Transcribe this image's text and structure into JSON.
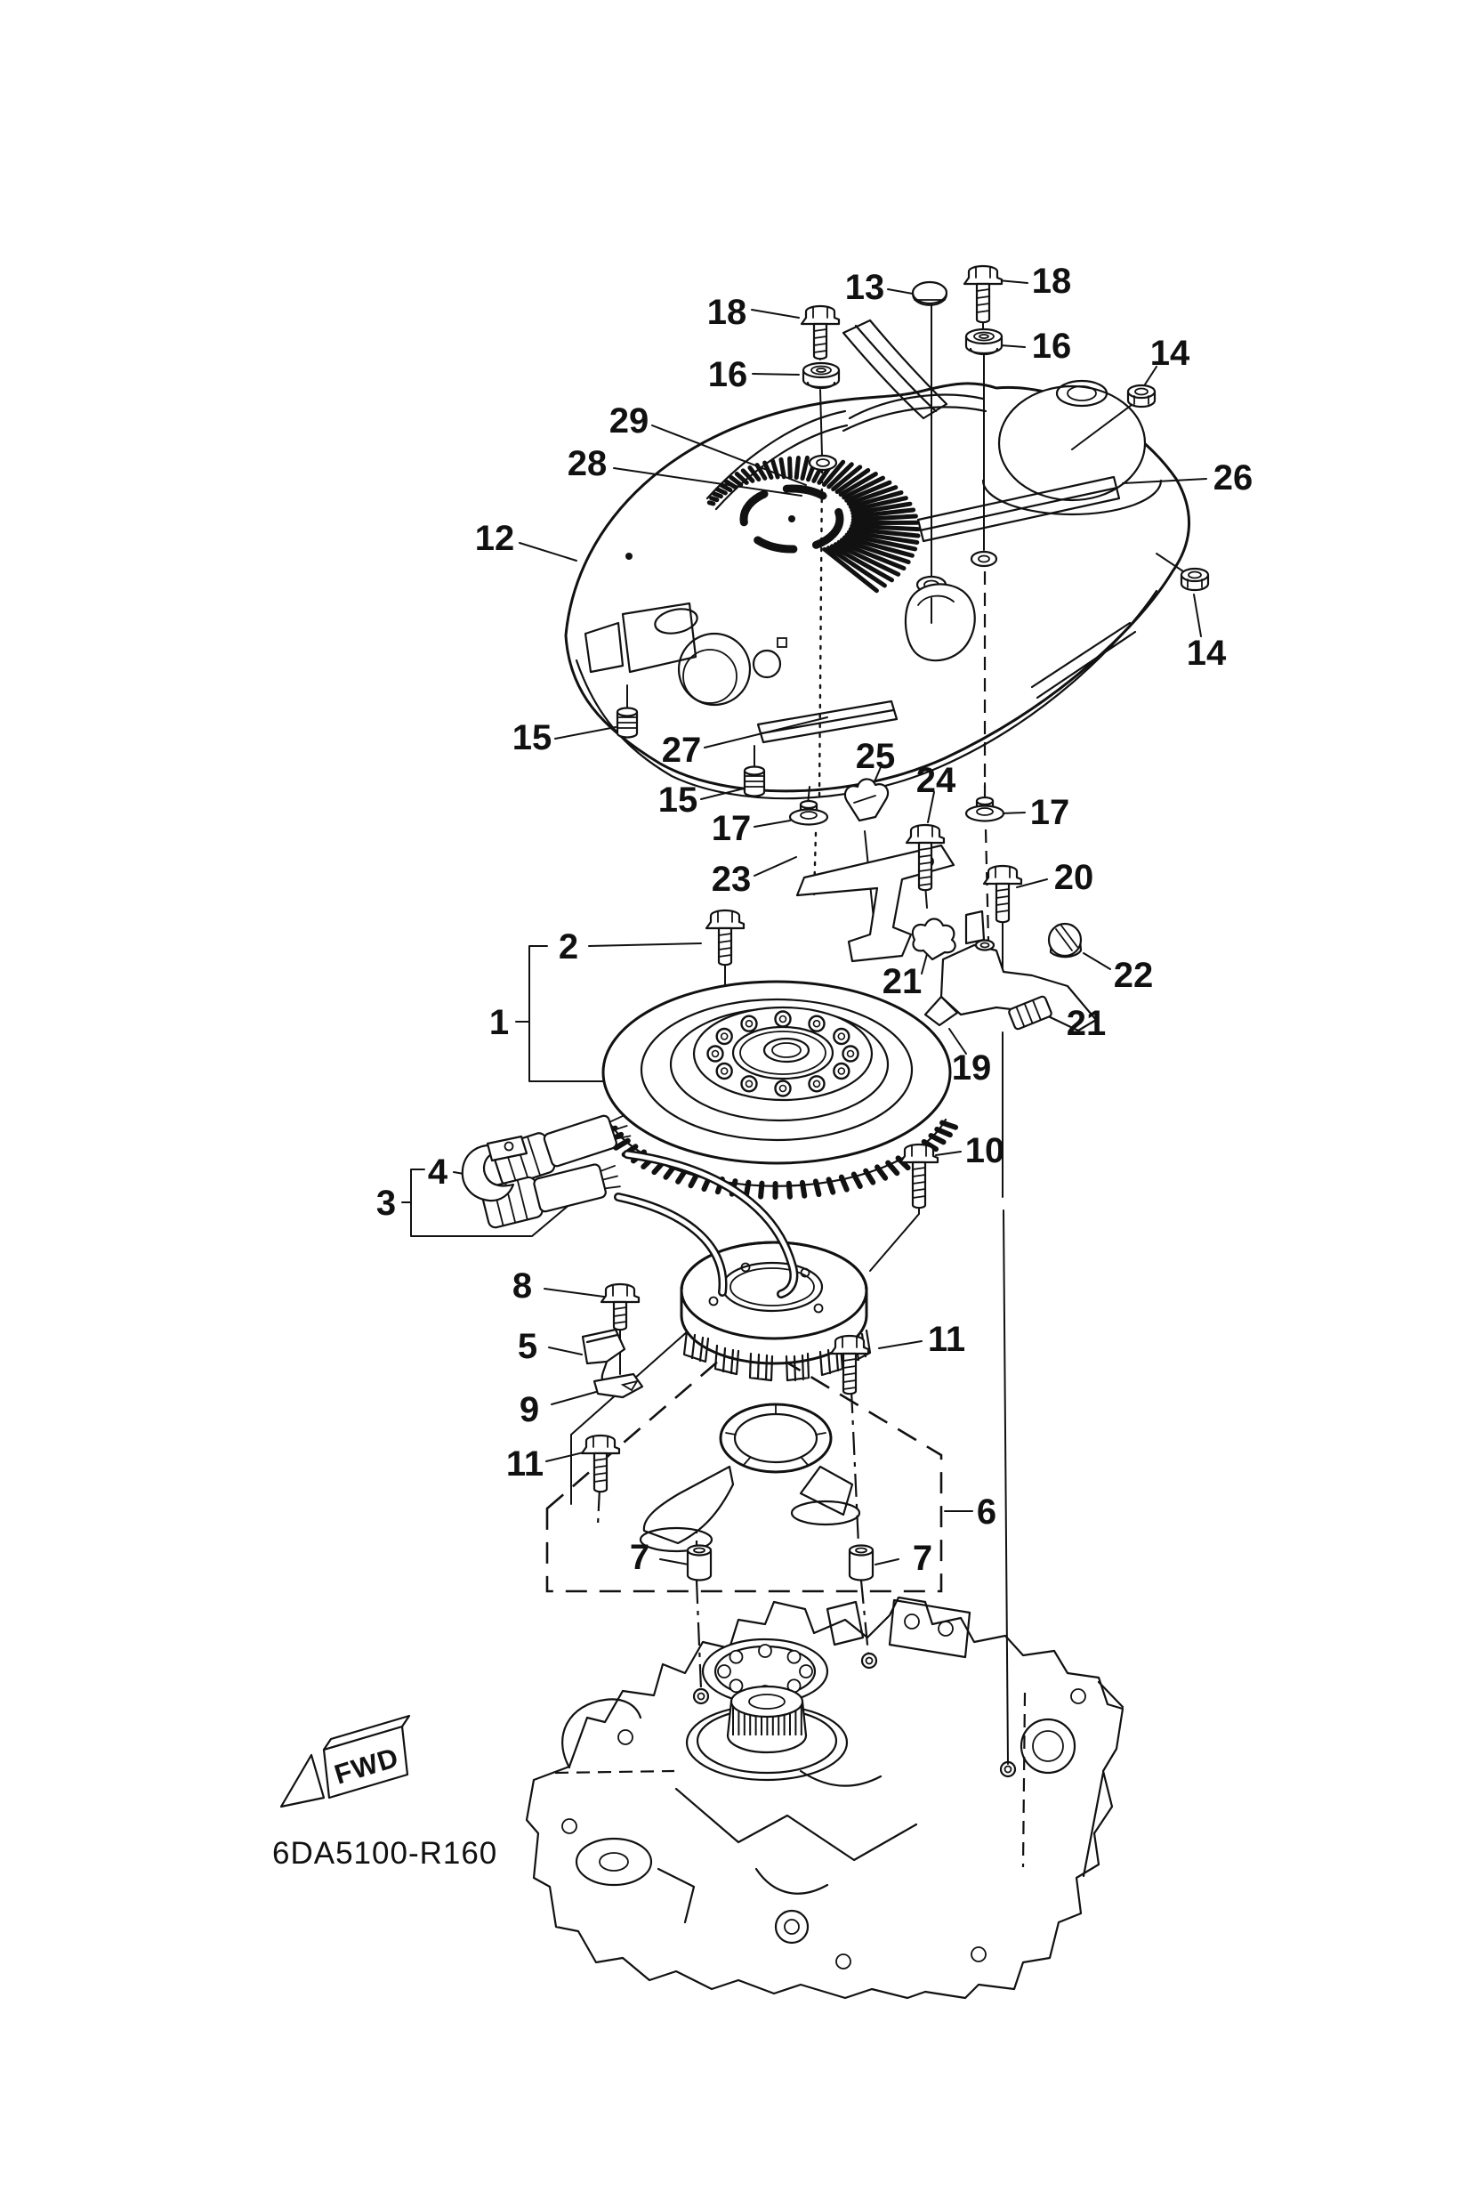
{
  "style": {
    "line_color": "#111111",
    "bg_color": "#ffffff"
  },
  "footer": {
    "code": "6DA5100-R160",
    "fwd_label": "FWD"
  },
  "callouts": [
    {
      "part": "bolt-cover-top-left",
      "text": "18"
    },
    {
      "part": "blind-cap",
      "text": "13"
    },
    {
      "part": "bolt-cover-top-right",
      "text": "18"
    },
    {
      "part": "grommet-top-left",
      "text": "16"
    },
    {
      "part": "grommet-top-right",
      "text": "16"
    },
    {
      "part": "nut-upper",
      "text": "14"
    },
    {
      "part": "cover-fastener-29",
      "text": "29"
    },
    {
      "part": "cover-fastener-28",
      "text": "28"
    },
    {
      "part": "seal-strip-rear",
      "text": "26"
    },
    {
      "part": "flywheel-cover",
      "text": "12"
    },
    {
      "part": "nut-lower",
      "text": "14"
    },
    {
      "part": "grommet-15-upper",
      "text": "15"
    },
    {
      "part": "seal-strip-front",
      "text": "27"
    },
    {
      "part": "grommet-15-lower",
      "text": "15"
    },
    {
      "part": "washer-17-left",
      "text": "17"
    },
    {
      "part": "wire-clamp-25",
      "text": "25"
    },
    {
      "part": "bolt-24",
      "text": "24"
    },
    {
      "part": "washer-17-right",
      "text": "17"
    },
    {
      "part": "bracket-23",
      "text": "23"
    },
    {
      "part": "bolt-20",
      "text": "20"
    },
    {
      "part": "flywheel-bolt",
      "text": "2"
    },
    {
      "part": "thumb-nut-22",
      "text": "22"
    },
    {
      "part": "clip-21-left",
      "text": "21"
    },
    {
      "part": "flywheel-assembly",
      "text": "1"
    },
    {
      "part": "pin-21-right",
      "text": "21"
    },
    {
      "part": "lever-19",
      "text": "19"
    },
    {
      "part": "bolt-10",
      "text": "10"
    },
    {
      "part": "wire-holder-4",
      "text": "4"
    },
    {
      "part": "lead-wires-3",
      "text": "3"
    },
    {
      "part": "bolt-8",
      "text": "8"
    },
    {
      "part": "pickup-sensor-5",
      "text": "5"
    },
    {
      "part": "sensor-bracket-9",
      "text": "9"
    },
    {
      "part": "bolt-11-left",
      "text": "11"
    },
    {
      "part": "bolt-11-right",
      "text": "11"
    },
    {
      "part": "damper-7-left",
      "text": "7"
    },
    {
      "part": "damper-7-right",
      "text": "7"
    },
    {
      "part": "base-bracket-6",
      "text": "6"
    }
  ]
}
